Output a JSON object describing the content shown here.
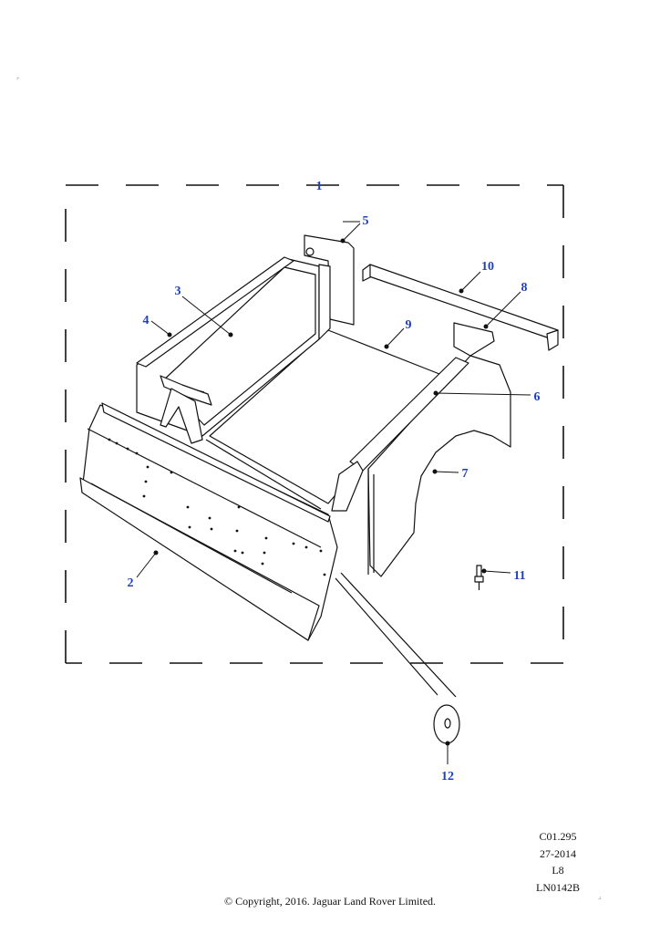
{
  "diagram": {
    "accent_color": "#1f3fbf",
    "line_color": "#111111",
    "callouts": [
      "1",
      "2",
      "3",
      "4",
      "5",
      "6",
      "7",
      "8",
      "9",
      "10",
      "11",
      "12"
    ]
  },
  "reference": {
    "code1": "C01.295",
    "code2": "27-2014",
    "code3": "L8",
    "code4": "LN0142B"
  },
  "copyright": "© Copyright, 2016. Jaguar Land Rover Limited."
}
